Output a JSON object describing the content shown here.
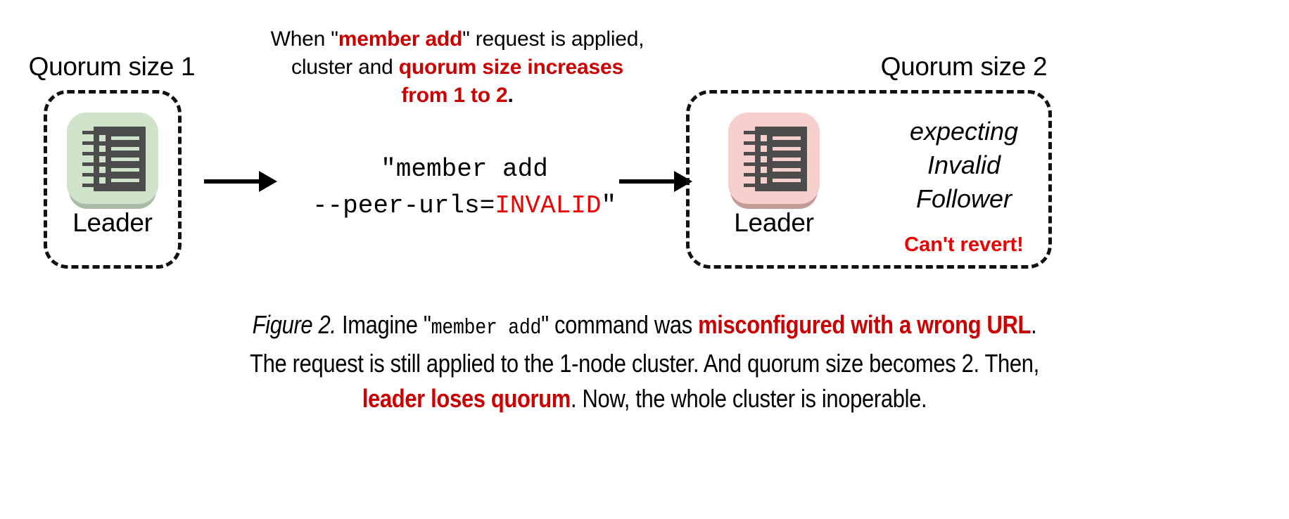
{
  "figure": {
    "label": "Figure 2.",
    "caption_line1_a": " Imagine \"",
    "caption_line1_mono": "member add",
    "caption_line1_b": "\" command was ",
    "caption_line1_red": "misconfigured with a wrong URL",
    "caption_line1_c": ".",
    "caption_line2": "The request is still applied to the 1-node cluster. And quorum size becomes 2. Then,",
    "caption_line3_red": "leader loses quorum",
    "caption_line3_b": ". Now, the whole cluster is inoperable."
  },
  "colors": {
    "red_dark": "#cc0000",
    "red_bright": "#ee0000",
    "node_green": "#cfe3cb",
    "node_green_shadow": "#a9bba4",
    "node_pink": "#f7cfcc",
    "node_pink_shadow": "#c39a96",
    "glyph_gray": "#4c4c4c",
    "outline": "#111111"
  },
  "top_note": {
    "line1_a": "When \"",
    "line1_red": "member add",
    "line1_b": "\" request is applied,",
    "line2_a": "cluster and ",
    "line2_red": "quorum size increases",
    "line3_red": "from 1 to 2",
    "line3_b": "."
  },
  "left_cluster": {
    "title": "Quorum size 1",
    "node": {
      "label": "Leader",
      "icon": "ledger-icon",
      "tile_color": "#cfe3cb"
    }
  },
  "command": {
    "line1": "\"member add",
    "line2_a": "--peer-urls=",
    "line2_invalid": "INVALID",
    "line2_b": "\""
  },
  "right_cluster": {
    "title": "Quorum size 2",
    "node": {
      "label": "Leader",
      "icon": "ledger-icon",
      "tile_color": "#f7cfcc"
    },
    "status": {
      "line1": "expecting",
      "line2": "Invalid",
      "line3": "Follower",
      "warning": "Can't revert!"
    }
  },
  "arrows": {
    "left_arrow": "arrow-right-icon",
    "right_arrow": "arrow-right-icon"
  }
}
